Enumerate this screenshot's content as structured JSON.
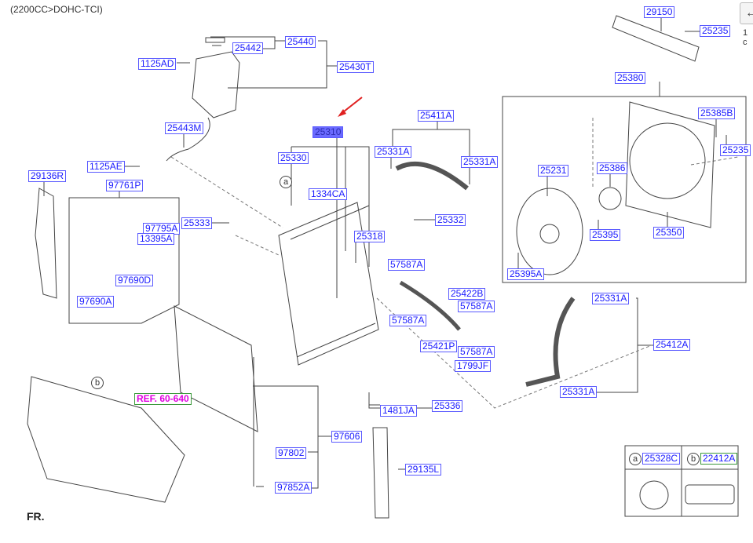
{
  "header": {
    "title": "(2200CC>DOHC-TCI)",
    "page_indicator": "1 c",
    "nav_icon": "arrow-left-icon"
  },
  "front_marker": "FR.",
  "highlight_color": "#6a6aff",
  "reference": "REF. 60-640",
  "callouts": {
    "a": "a",
    "b": "b"
  },
  "legend": {
    "a_part": "25328C",
    "b_part": "22412A"
  },
  "parts": [
    "25440",
    "25442",
    "1125AD",
    "25430T",
    "25443M",
    "25310",
    "25330",
    "1125AE",
    "29136R",
    "97761P",
    "1334CA",
    "25411A",
    "25331A",
    "25331A",
    "25333",
    "25332",
    "97795A",
    "13395A",
    "25318",
    "97690D",
    "97690A",
    "57587A",
    "25422B",
    "57587A",
    "57587A",
    "25421P",
    "57587A",
    "1799JF",
    "25336",
    "1481JA",
    "97606",
    "97802",
    "97852A",
    "29135L",
    "29150",
    "25235",
    "25380",
    "25385B",
    "25235",
    "25231",
    "25386",
    "25395",
    "25350",
    "25395A",
    "25331A",
    "25412A",
    "25331A"
  ]
}
